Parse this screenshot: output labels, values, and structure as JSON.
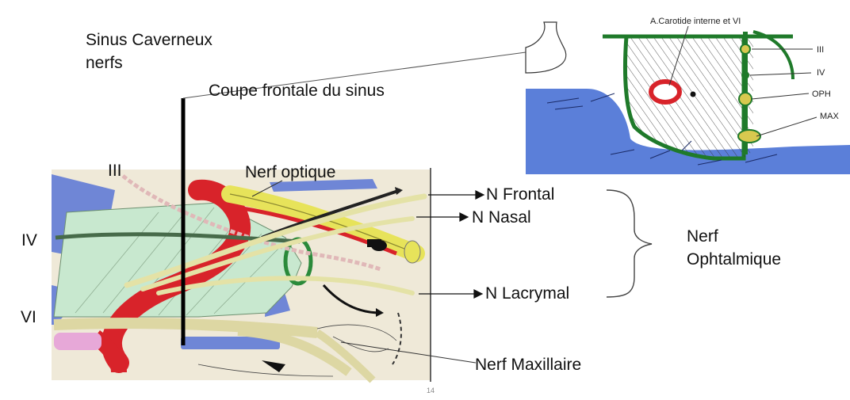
{
  "slide": {
    "title_line1": "Sinus Caverneux",
    "title_line2": "nerfs",
    "page_number": "14"
  },
  "labels": {
    "coupe": "Coupe frontale du sinus",
    "nerf_optique": "Nerf optique",
    "n_frontal": "N Frontal",
    "n_nasal": "N Nasal",
    "n_lacrymal": "N Lacrymal",
    "nerf_ophtalmique_line1": "Nerf",
    "nerf_ophtalmique_line2": "Ophtalmique",
    "nerf_maxillaire": "Nerf Maxillaire",
    "iii": "III",
    "iv": "IV",
    "vi": "VI"
  },
  "inset": {
    "carotide": "A.Carotide interne et VI",
    "iii": "III",
    "iv": "IV",
    "oph": "OPH",
    "max": "MAX"
  },
  "colors": {
    "artery": "#d8232a",
    "nerve_green": "#1f7a2a",
    "nerve_yellow": "#e7e35a",
    "nerve_pale": "#e4e2a6",
    "sinus_fill": "#c8e8cf",
    "bone_blue": "#6f86d6",
    "inset_blue": "#5b7fd9"
  }
}
